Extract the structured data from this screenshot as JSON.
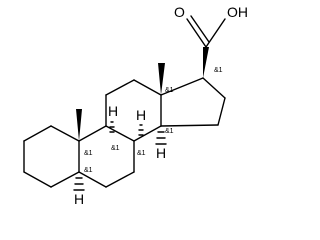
{
  "molecule": {
    "atoms": {
      "carboxyl_oxygen": "O",
      "hydroxyl": "OH",
      "hydrogen_label": "H"
    },
    "stereo_flags": {
      "c13": "&1",
      "c17": "&1",
      "c14": "&1",
      "c9": "&1",
      "c8": "&1",
      "c10": "&1",
      "c5": "&1"
    }
  }
}
